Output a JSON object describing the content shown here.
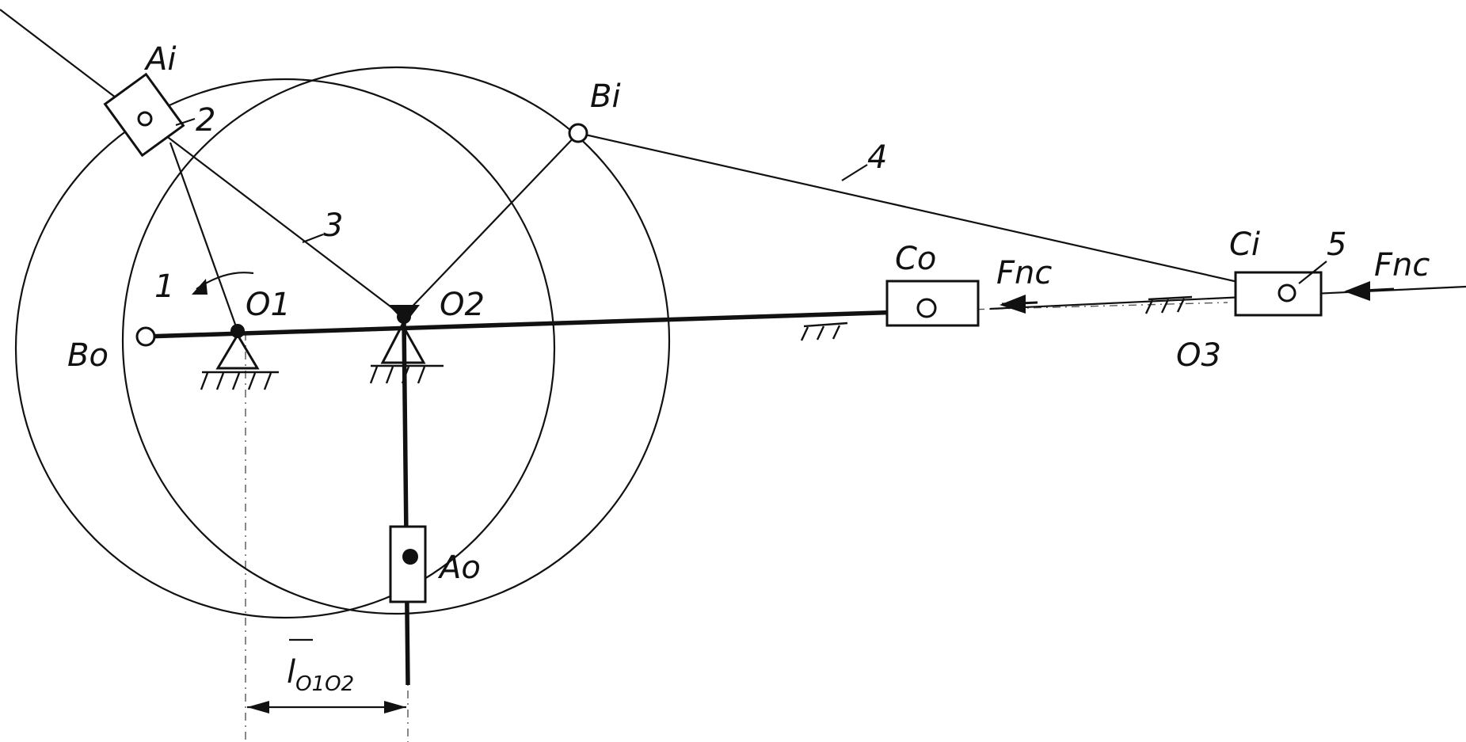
{
  "labels": {
    "ai": "Ai",
    "bi": "Bi",
    "ci": "Ci",
    "co": "Co",
    "ao": "Ao",
    "bo": "Bo",
    "o1": "O1",
    "o2": "O2",
    "o3": "O3",
    "fnc_left": "Fnc",
    "fnc_right": "Fnc",
    "link1": "1",
    "link2": "2",
    "link3": "3",
    "link4": "4",
    "link5": "5",
    "dimension": "l",
    "dimension_sub": "O1O2"
  },
  "colors": {
    "ink": "#111111",
    "paper": "#ffffff"
  }
}
